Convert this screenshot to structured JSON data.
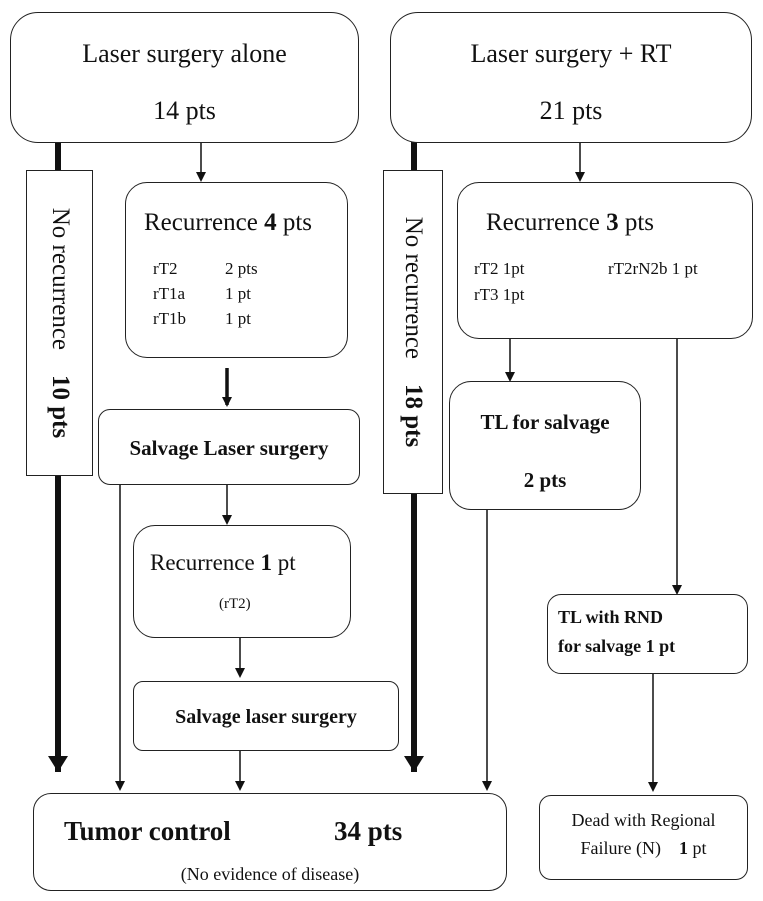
{
  "top_left": {
    "title": "Laser surgery alone",
    "count": "14 pts"
  },
  "top_right": {
    "title": "Laser surgery + RT",
    "count": "21 pts"
  },
  "no_rec_left": {
    "label": "No recurrence",
    "count": "10 pts"
  },
  "no_rec_right": {
    "label": "No recurrence",
    "count": "18 pts"
  },
  "rec_left": {
    "label": "Recurrence",
    "number": "4",
    "unit": "pts",
    "rows": [
      {
        "stage": "rT2",
        "count": "2 pts"
      },
      {
        "stage": "rT1a",
        "count": "1 pt"
      },
      {
        "stage": "rT1b",
        "count": "1 pt"
      }
    ]
  },
  "rec_right": {
    "label": "Recurrence",
    "number": "3",
    "unit": "pts",
    "item1": "rT2 1pt",
    "item2": "rT3 1pt",
    "item3": "rT2rN2b 1 pt"
  },
  "salvage_laser_1": "Salvage Laser surgery",
  "rec_mid": {
    "label": "Recurrence",
    "number": "1",
    "unit": "pt",
    "sub": "(rT2)"
  },
  "salvage_laser_2": "Salvage laser surgery",
  "tl_salvage": {
    "label": "TL for salvage",
    "count": "2 pts"
  },
  "tl_rnd": {
    "line1": "TL with RND",
    "line2": "for salvage 1 pt"
  },
  "tumor_control": {
    "label": "Tumor control",
    "count": "34 pts",
    "sub": "(No evidence of disease)"
  },
  "dead": {
    "line1": "Dead with Regional",
    "line2_text": "Failure (N)",
    "number": "1",
    "unit": "pt"
  }
}
